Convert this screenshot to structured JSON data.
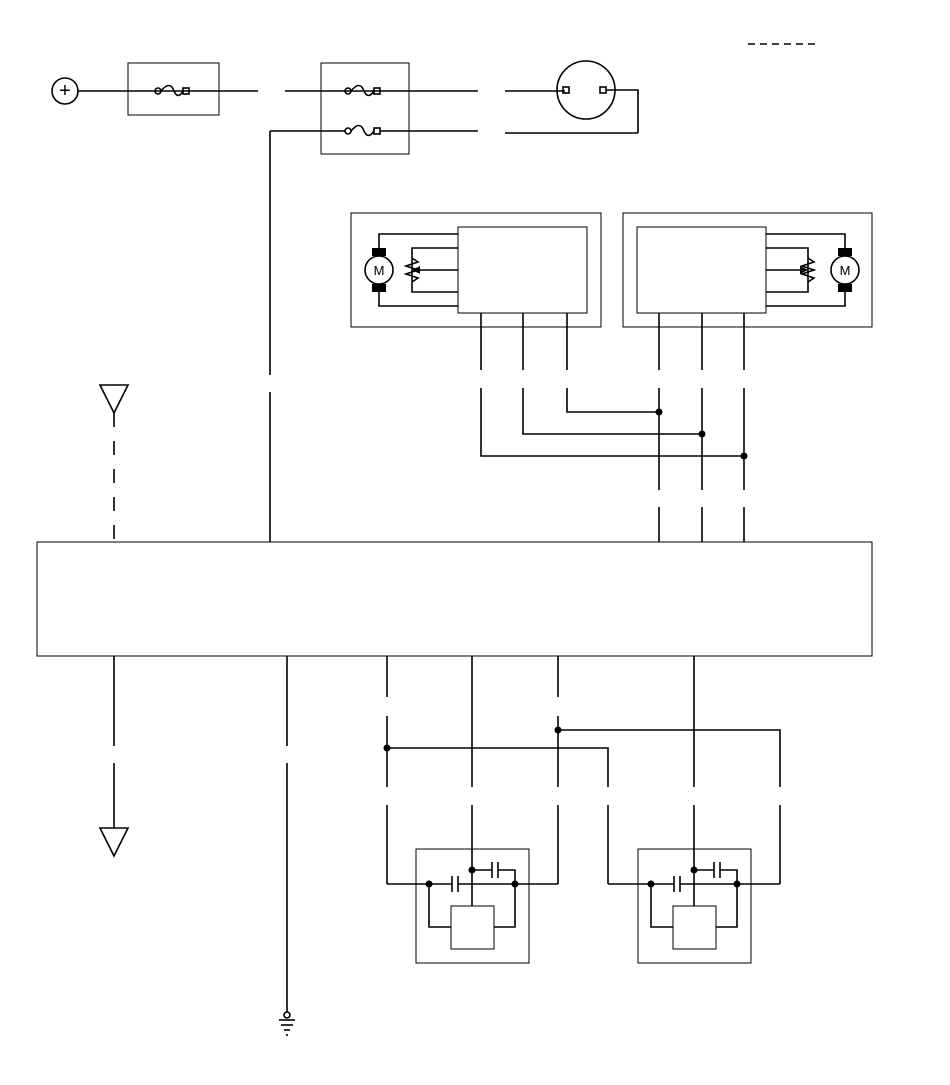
{
  "diagram": {
    "legend_line_style": "dashed",
    "battery_symbol": "+",
    "motor_label": "M",
    "components": [
      "battery-positive",
      "fuse-main",
      "fuse-box",
      "horn-or-lamp",
      "actuator-left",
      "actuator-right",
      "control-unit",
      "antenna-top",
      "antenna-bottom",
      "switch-left",
      "switch-right",
      "ground"
    ]
  }
}
